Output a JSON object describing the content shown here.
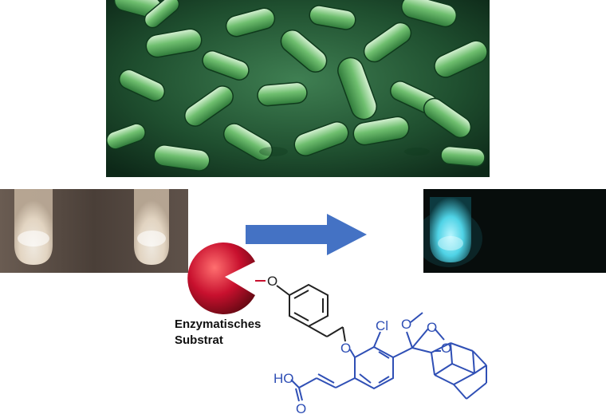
{
  "substrate_label": {
    "line1": "Enzymatisches",
    "line2": "Substrat"
  },
  "molecule_atoms": {
    "ether_oxygen": "O",
    "benzyl_oxygen": "O",
    "chloro": "Cl",
    "methoxy_oxygen": "O",
    "dioxetane_oxygen_1": "O",
    "dioxetane_oxygen_2": "O",
    "acid_group": "HO",
    "carbonyl_oxygen": "O"
  },
  "colors": {
    "arrow": "#4472c4",
    "pacman": "#c8102e",
    "molecule_blue": "#2f4fb5",
    "molecule_dark": "#222222",
    "glow": "#7fe7f2"
  }
}
